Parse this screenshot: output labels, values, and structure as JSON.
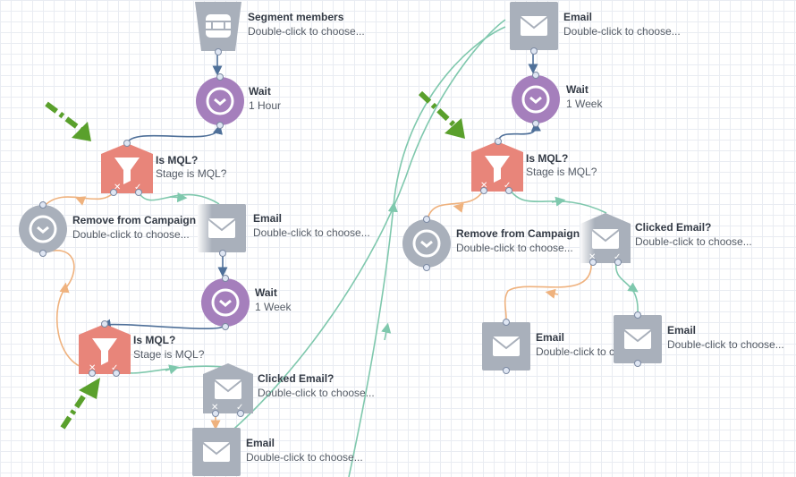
{
  "colors": {
    "grey_node": "#a9b0bb",
    "wait_purple": "#a57fbc",
    "filter_salmon": "#e8857a",
    "yes_wire": "#7fc8ad",
    "no_wire": "#efb27e",
    "flow_wire": "#4f7099",
    "green_arrow": "#5aa02c"
  },
  "flow_left": {
    "segment": {
      "title": "Segment members",
      "sub": "Double-click to choose...",
      "icon": "database-icon"
    },
    "wait1": {
      "title": "Wait",
      "sub": "1 Hour",
      "icon": "clock-icon"
    },
    "mql1": {
      "title": "Is MQL?",
      "sub": "Stage is MQL?",
      "icon": "filter-icon"
    },
    "remove": {
      "title": "Remove from Campaign",
      "sub": "Double-click to choose...",
      "icon": "clock-icon"
    },
    "email1": {
      "title": "Email",
      "sub": "Double-click to choose...",
      "icon": "envelope-icon"
    },
    "wait2": {
      "title": "Wait",
      "sub": "1 Week",
      "icon": "clock-icon"
    },
    "mql2": {
      "title": "Is MQL?",
      "sub": "Stage is MQL?",
      "icon": "filter-icon"
    },
    "clicked": {
      "title": "Clicked Email?",
      "sub": "Double-click to choose...",
      "icon": "envelope-icon"
    },
    "email2": {
      "title": "Email",
      "sub": "Double-click to choose...",
      "icon": "envelope-icon"
    }
  },
  "flow_right": {
    "email_top": {
      "title": "Email",
      "sub": "Double-click to choose...",
      "icon": "envelope-icon"
    },
    "wait": {
      "title": "Wait",
      "sub": "1 Week",
      "icon": "clock-icon"
    },
    "mql": {
      "title": "Is MQL?",
      "sub": "Stage is MQL?",
      "icon": "filter-icon"
    },
    "remove": {
      "title": "Remove from Campaign",
      "sub": "Double-click to choose...",
      "icon": "clock-icon"
    },
    "clicked": {
      "title": "Clicked Email?",
      "sub": "Double-click to choose...",
      "icon": "envelope-icon"
    },
    "email_a": {
      "title": "Email",
      "sub": "Double-click to choose...",
      "icon": "envelope-icon"
    },
    "email_b": {
      "title": "Email",
      "sub": "Double-click to choose...",
      "icon": "envelope-icon"
    }
  }
}
